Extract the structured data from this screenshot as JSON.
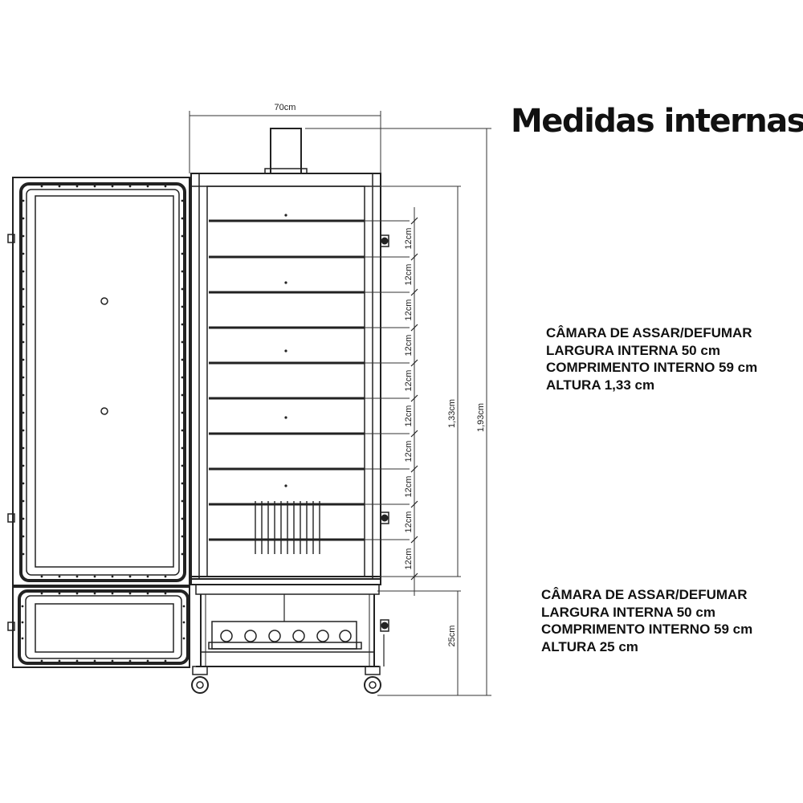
{
  "title": "Medidas internas",
  "dimensions": {
    "width_label": "70cm",
    "total_height_label": "1,93cm",
    "chamber_height_label": "1,33cm",
    "base_height_label": "25cm",
    "rack_spacing_labels": [
      "12cm",
      "12cm",
      "12cm",
      "12cm",
      "12cm",
      "12cm",
      "12cm",
      "12cm",
      "12cm",
      "12cm"
    ]
  },
  "upper_chamber": {
    "line1": "CÂMARA DE ASSAR/DEFUMAR",
    "line2": "LARGURA INTERNA 50 cm",
    "line3": "COMPRIMENTO INTERNO 59 cm",
    "line4": "ALTURA 1,33 cm"
  },
  "lower_chamber": {
    "line1": "CÂMARA DE ASSAR/DEFUMAR",
    "line2": "LARGURA INTERNA 50 cm",
    "line3": "COMPRIMENTO INTERNO 59 cm",
    "line4": "ALTURA 25 cm"
  }
}
